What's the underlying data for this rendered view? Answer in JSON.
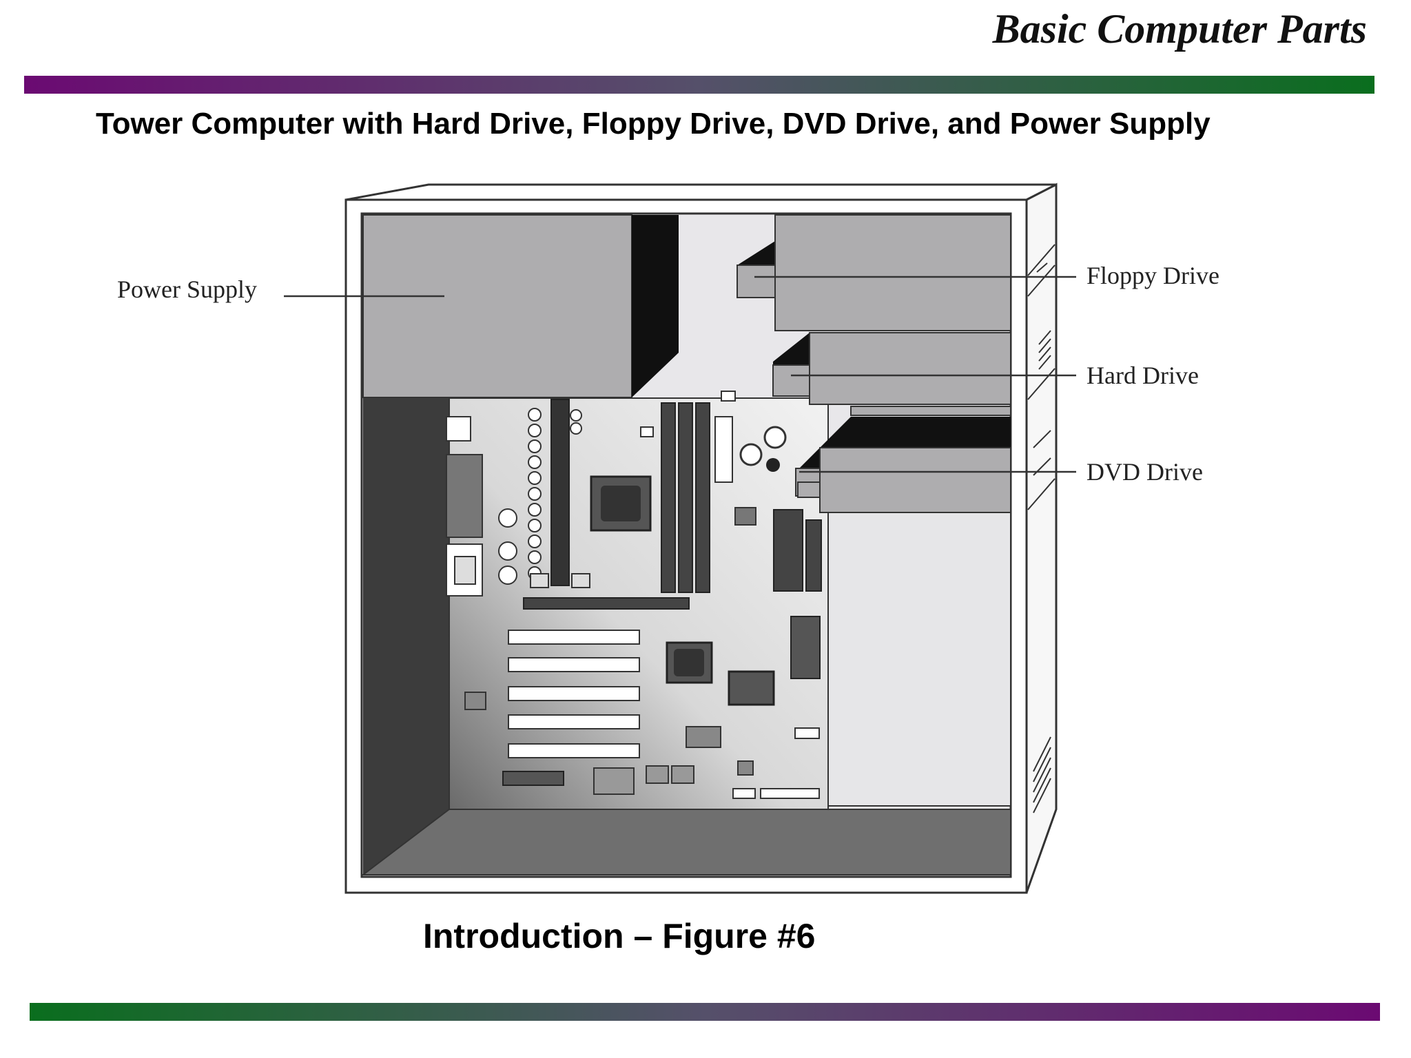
{
  "header": {
    "title": "Basic Computer Parts"
  },
  "slide": {
    "subtitle": "Tower Computer with Hard Drive, Floppy Drive, DVD Drive, and Power Supply",
    "caption": "Introduction – Figure #6"
  },
  "diagram": {
    "labels": {
      "power_supply": "Power Supply",
      "floppy_drive": "Floppy Drive",
      "hard_drive": "Hard Drive",
      "dvd_drive": "DVD Drive"
    }
  },
  "colors": {
    "bar_purple": "#6b0a72",
    "bar_green": "#0a6e1e"
  }
}
